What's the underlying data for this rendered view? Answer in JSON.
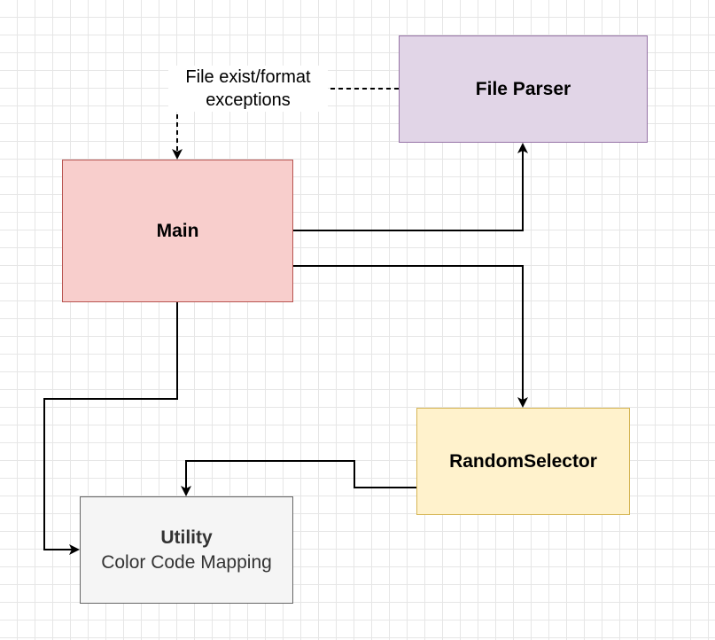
{
  "diagram": {
    "nodes": {
      "file_parser": {
        "title": "File Parser",
        "fill": "#e1d5e7",
        "stroke": "#9673a6"
      },
      "main": {
        "title": "Main",
        "fill": "#f8cecc",
        "stroke": "#b85450"
      },
      "random_selector": {
        "title": "RandomSelector",
        "fill": "#fff2cc",
        "stroke": "#d6b656"
      },
      "utility": {
        "title": "Utility",
        "subtitle": "Color Code Mapping",
        "fill": "#f5f5f5",
        "stroke": "#666666"
      }
    },
    "edges": [
      {
        "from": "main",
        "to": "file_parser",
        "style": "solid"
      },
      {
        "from": "main",
        "to": "random_selector",
        "style": "solid"
      },
      {
        "from": "main",
        "to": "utility",
        "style": "solid"
      },
      {
        "from": "random_selector",
        "to": "utility",
        "style": "solid"
      },
      {
        "from": "file_parser",
        "to": "main",
        "style": "dashed",
        "label_line1": "File exist/format",
        "label_line2": "exceptions"
      }
    ],
    "grid": true
  }
}
